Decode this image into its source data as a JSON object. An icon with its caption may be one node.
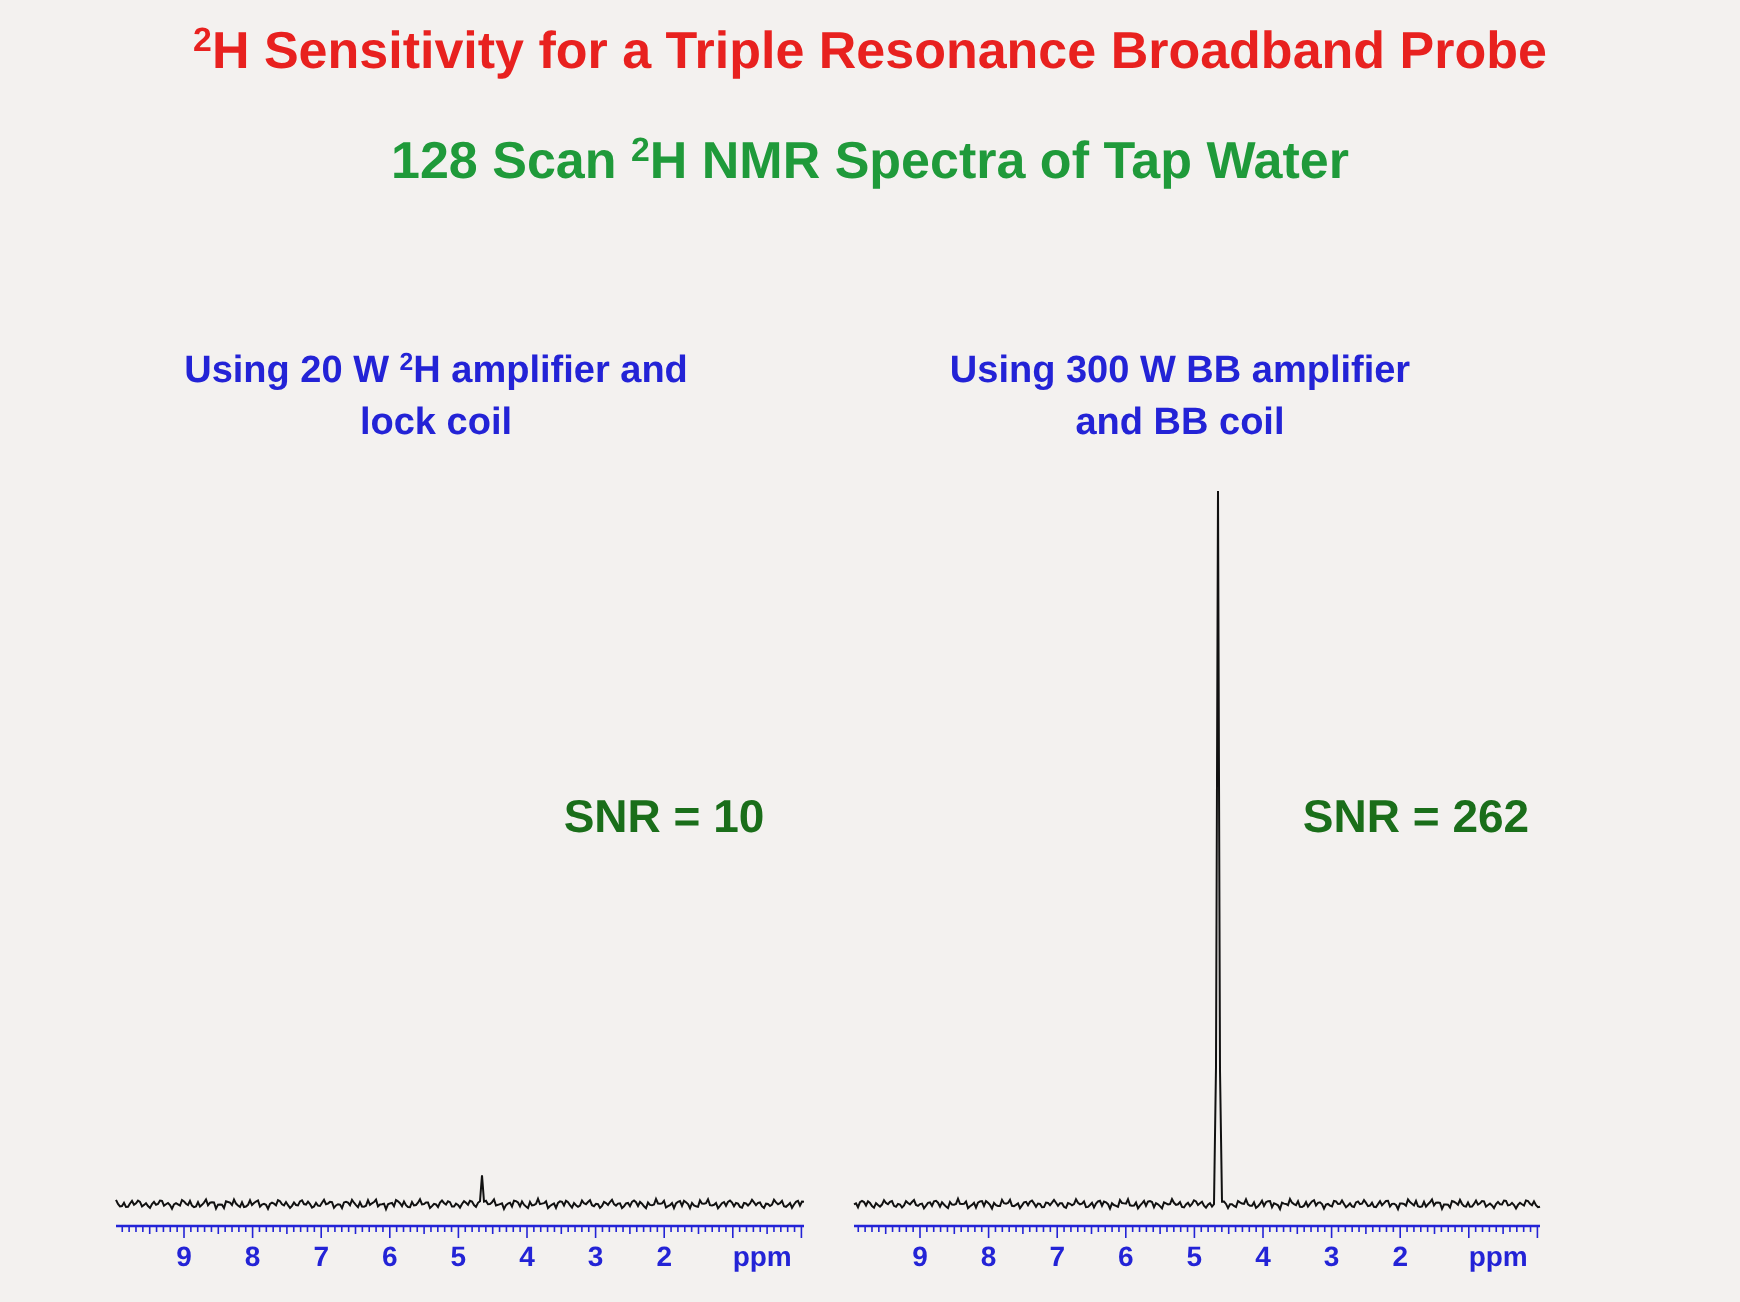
{
  "diagram": {
    "title": "$^{2}$H Sensitivity for a Triple Resonance Broadband Probe",
    "labels": [
      "128 Scan $^{2}$H NMR Spectra of Tap Water",
      "Using 20 W $^{2}$H amplifier and lock coil",
      "Using 300 W BB amplifier and BB coil",
      "SNR = 10",
      "SNR = 262",
      "9",
      "8",
      "7",
      "6",
      "5",
      "4",
      "3",
      "2",
      "ppm",
      "9",
      "8",
      "7",
      "6",
      "5",
      "4",
      "3",
      "2",
      "ppm"
    ]
  }
}
